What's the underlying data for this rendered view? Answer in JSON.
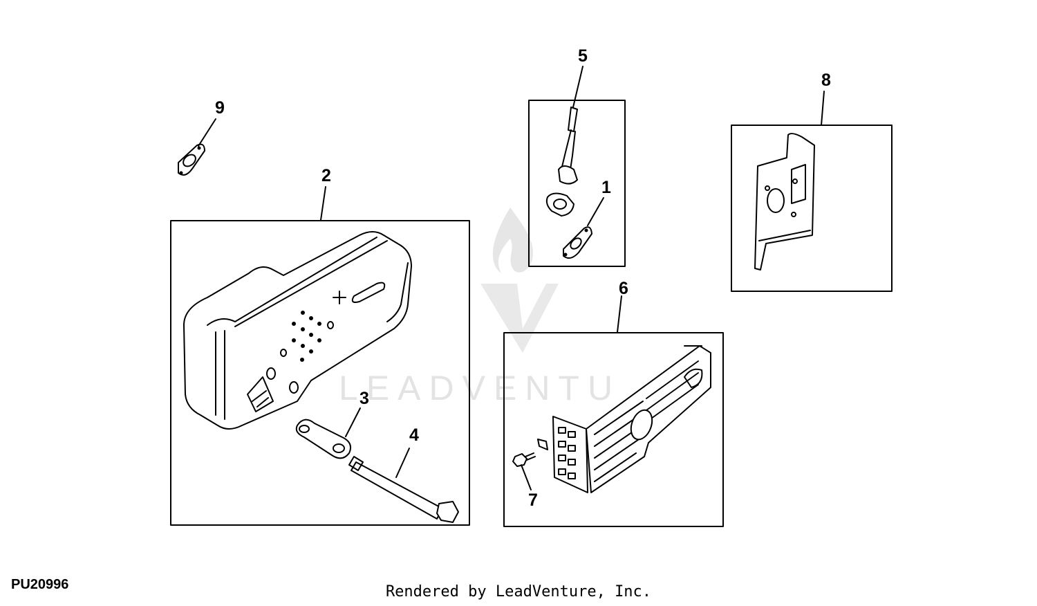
{
  "callouts": {
    "c1": "1",
    "c2": "2",
    "c3": "3",
    "c4": "4",
    "c5": "5",
    "c6": "6",
    "c7": "7",
    "c8": "8",
    "c9": "9"
  },
  "watermark": {
    "text": "LEADVENTU"
  },
  "footer": {
    "ref_code": "PU20996",
    "credit": "Rendered by LeadVenture, Inc."
  },
  "colors": {
    "line": "#000000",
    "background": "#ffffff",
    "watermark": "#e3e3e3"
  }
}
